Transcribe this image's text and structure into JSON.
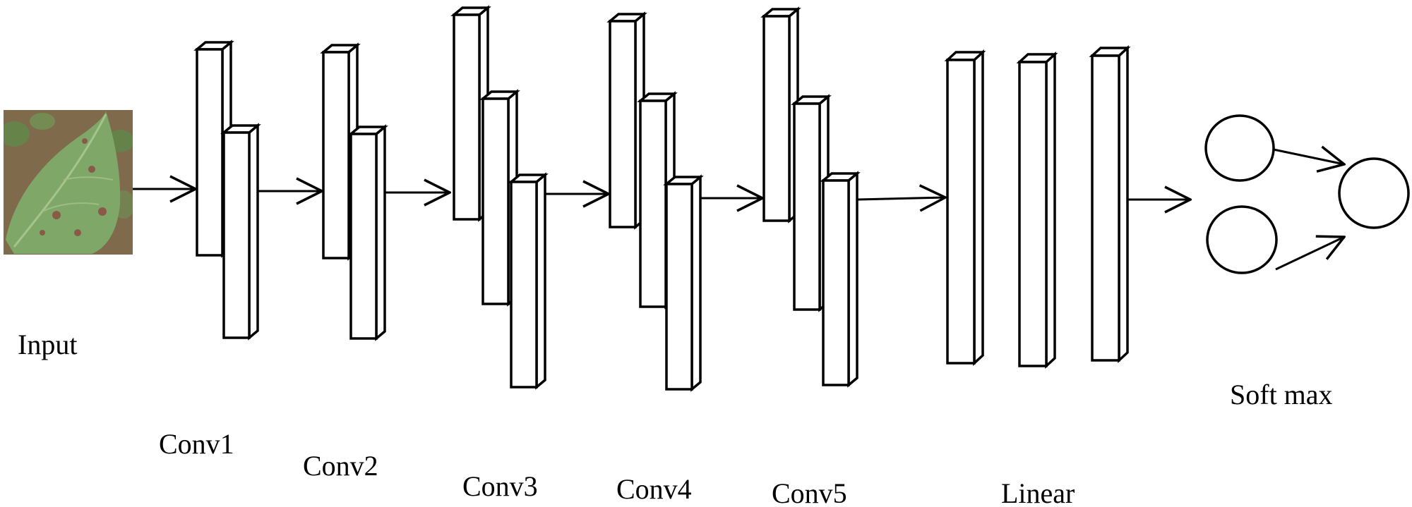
{
  "labels": {
    "input": "Input",
    "conv1": "Conv1",
    "conv2": "Conv2",
    "conv3": "Conv3",
    "conv4": "Conv4",
    "conv5": "Conv5",
    "linear": "Linear",
    "softmax": "Soft max"
  },
  "colors": {
    "line": "#000000",
    "background": "#ffffff",
    "leaf_green": "#7fa868",
    "soil_brown": "#8a5a48"
  },
  "input_image": "leaf-with-brown-spots-photo"
}
